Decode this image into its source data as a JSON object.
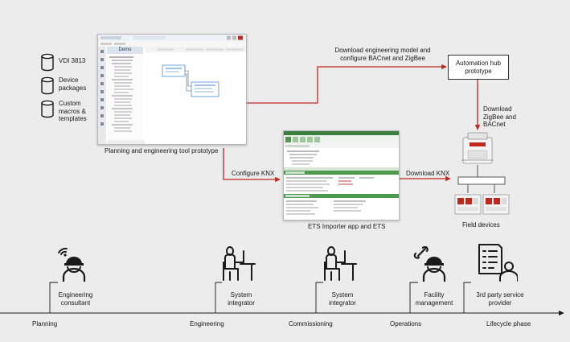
{
  "sources": [
    {
      "label": "VDI 3813"
    },
    {
      "label": "Device\npackages"
    },
    {
      "label": "Custom\nmacros &\ntemplates"
    }
  ],
  "tool": {
    "caption": "Planning and engineering tool prototype",
    "panel_title": "Demo"
  },
  "ets": {
    "caption": "ETS Importer app and ETS"
  },
  "hub": {
    "label": "Automation hub\nprototype"
  },
  "flows": {
    "top": "Download engineering model and\nconfigure BACnet and ZigBee",
    "configure_knx": "Configure KNX",
    "download_knx": "Download KNX",
    "download_zigbee": "Download\nZigBee and\nBACnet"
  },
  "field": {
    "caption": "Field devices"
  },
  "roles": [
    {
      "label": "Engineering\nconsultant",
      "icon": "engineer-wifi-icon"
    },
    {
      "label": "System\nintegrator",
      "icon": "person-at-desk-icon"
    },
    {
      "label": "System\nintegrator",
      "icon": "person-at-desk-icon"
    },
    {
      "label": "Facility\nmanagement",
      "icon": "engineer-wrench-icon"
    },
    {
      "label": "3rd party service\nprovider",
      "icon": "checklist-person-icon"
    }
  ],
  "phases": [
    "Planning",
    "Engineering",
    "Commissioning",
    "Operations",
    "Lifecycle phase"
  ],
  "colors": {
    "accent": "#c0271d",
    "ink": "#1a1a1a",
    "background": "#ececec"
  }
}
